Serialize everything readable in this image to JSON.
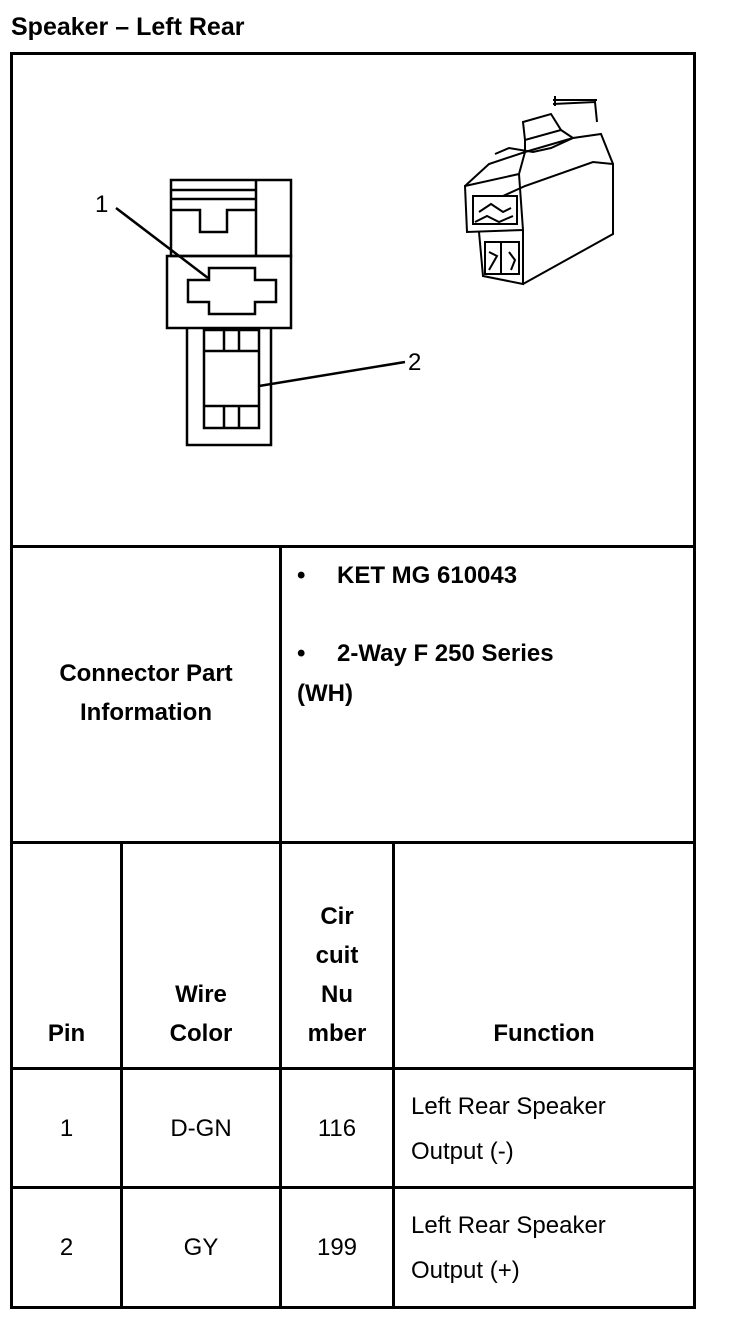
{
  "title": "Speaker – Left Rear",
  "diagram": {
    "callouts": [
      "1",
      "2"
    ]
  },
  "connector_info": {
    "label_line1": "Connector Part",
    "label_line2": "Information",
    "bullet_glyph": "•",
    "item1": "KET MG 610043",
    "item2_line1": "2-Way F 250 Series",
    "item2_line2": "(WH)"
  },
  "table": {
    "headers": {
      "pin": "Pin",
      "wire_color_line1": "Wire",
      "wire_color_line2": "Color",
      "circuit_line1": "Cir",
      "circuit_line2": "cuit",
      "circuit_line3": "Nu",
      "circuit_line4": "mber",
      "function": "Function"
    },
    "rows": [
      {
        "pin": "1",
        "wire_color": "D-GN",
        "circuit": "116",
        "function_line1": "Left Rear Speaker",
        "function_line2": "Output (-)"
      },
      {
        "pin": "2",
        "wire_color": "GY",
        "circuit": "199",
        "function_line1": "Left Rear Speaker",
        "function_line2": "Output (+)"
      }
    ]
  }
}
